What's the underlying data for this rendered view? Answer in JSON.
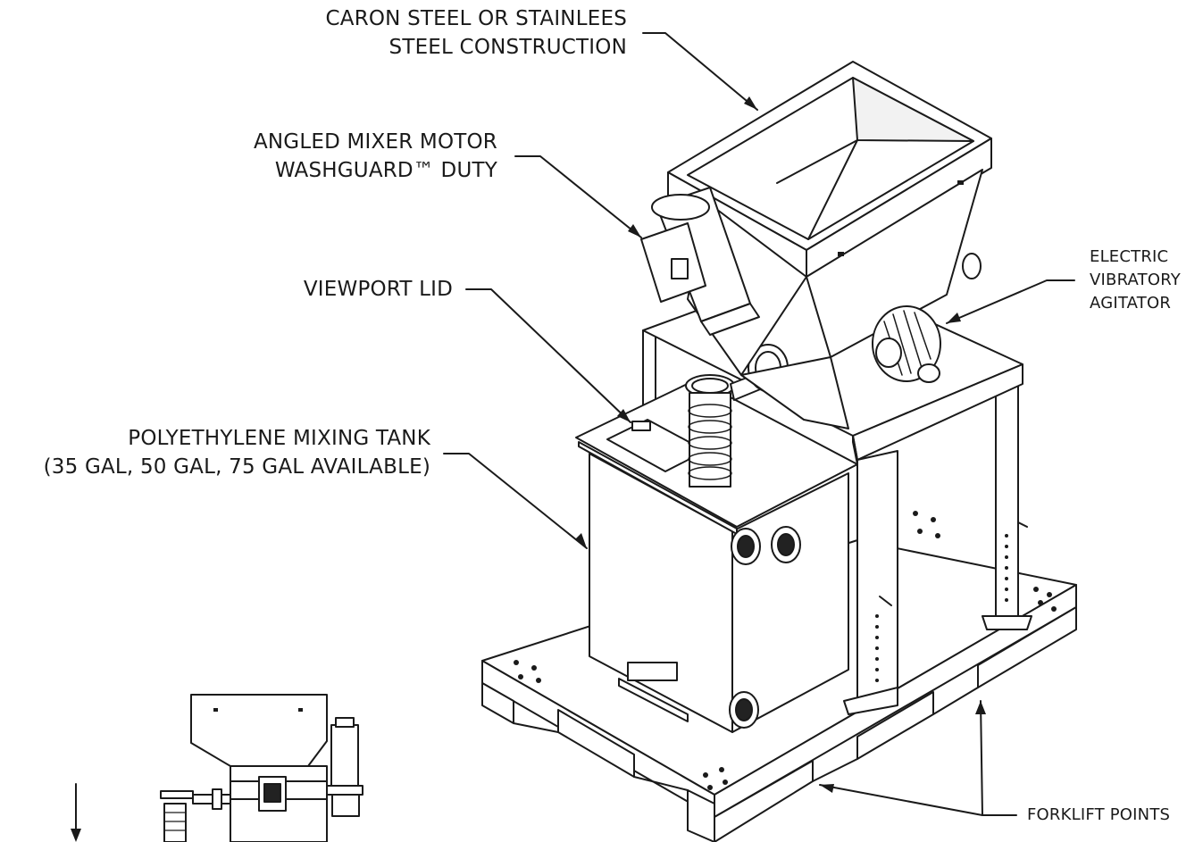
{
  "callouts": {
    "construction": {
      "line1": "CARON STEEL OR STAINLEES",
      "line2": "STEEL CONSTRUCTION"
    },
    "mixer_motor": {
      "line1": "ANGLED MIXER MOTOR",
      "line2": "WASHGUARD™ DUTY"
    },
    "viewport": {
      "line1": "VIEWPORT LID"
    },
    "tank": {
      "line1": "POLYETHYLENE MIXING TANK",
      "line2": "(35 GAL, 50 GAL, 75 GAL AVAILABLE)"
    },
    "agitator": {
      "line1": "ELECTRIC",
      "line2": "VIBRATORY",
      "line3": "AGITATOR"
    },
    "forklift": {
      "line1": "FORKLIFT POINTS"
    }
  },
  "colors": {
    "line": "#1a1a1a",
    "fill": "#ffffff",
    "shade": "#d9d9d9"
  }
}
